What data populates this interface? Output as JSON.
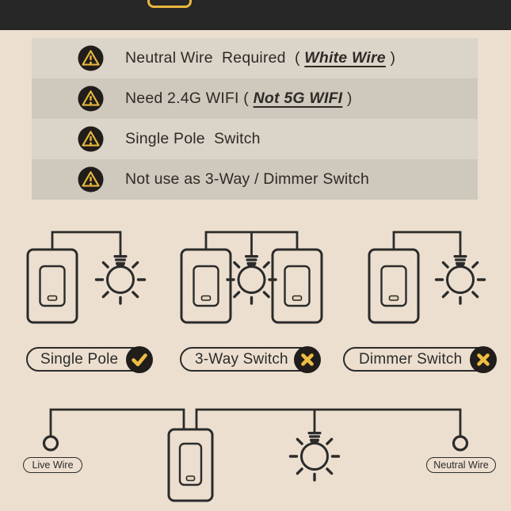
{
  "page": {
    "background": "#ecdfcf",
    "header_color": "#272727",
    "ink_color": "#2b2b2b",
    "accent_gold": "#e8b63e",
    "row_color_light": "#dbd4c8",
    "row_color_dark": "#cfc8bc"
  },
  "header": {
    "badge_icon": "gold-outline-badge"
  },
  "warnings": {
    "icon": "warning-triangle-icon",
    "items": [
      {
        "pre": "Neutral Wire  Required  ( ",
        "em": "White Wire",
        "post": " )"
      },
      {
        "pre": "Need 2.4G WIFI ( ",
        "em": "Not 5G WIFI",
        "post": " )"
      },
      {
        "pre": "Single Pole  Switch",
        "em": "",
        "post": ""
      },
      {
        "pre": "Not use as 3-Way / Dimmer Switch",
        "em": "",
        "post": ""
      }
    ]
  },
  "diagrams": {
    "items": [
      {
        "label": "Single Pole",
        "status": "allowed",
        "icon": "check-icon"
      },
      {
        "label": "3-Way Switch",
        "status": "not-allowed",
        "icon": "cross-icon"
      },
      {
        "label": "Dimmer Switch",
        "status": "not-allowed",
        "icon": "cross-icon"
      }
    ]
  },
  "wiring": {
    "live_label": "Live Wire",
    "neutral_label": "Neutral Wire"
  }
}
